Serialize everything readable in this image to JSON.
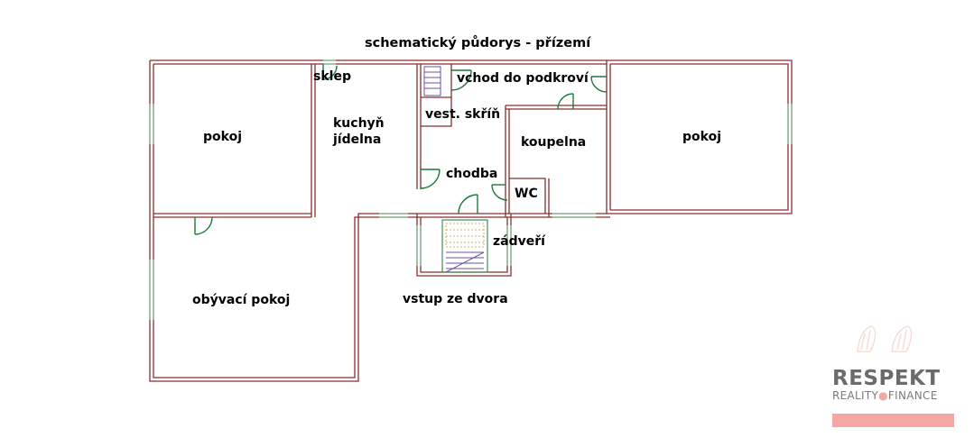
{
  "title": "schematický půdorys - přízemí",
  "rooms": {
    "sklep": "sklep",
    "vchod": "vchod do podkroví",
    "pokoj_left": "pokoj",
    "kuchyn_line1": "kuchyň",
    "kuchyn_line2": "jídelna",
    "vest_skrin": "vest. skříň",
    "koupelna": "koupelna",
    "pokoj_right": "pokoj",
    "chodba": "chodba",
    "wc": "WC",
    "zadveri": "zádveří",
    "obyvaci": "obývací pokoj",
    "vstup": "vstup ze dvora"
  },
  "brand": {
    "name": "RESPEKT",
    "sub_left": "REALITY",
    "sub_dot": "●",
    "sub_right": "FINANCE"
  },
  "colors": {
    "wall": "#8b2e2e",
    "door": "#1a7a3a",
    "window": "#7fbf9a",
    "stairs": "#6a4fa3",
    "brand_bar": "#f4a7a2"
  }
}
